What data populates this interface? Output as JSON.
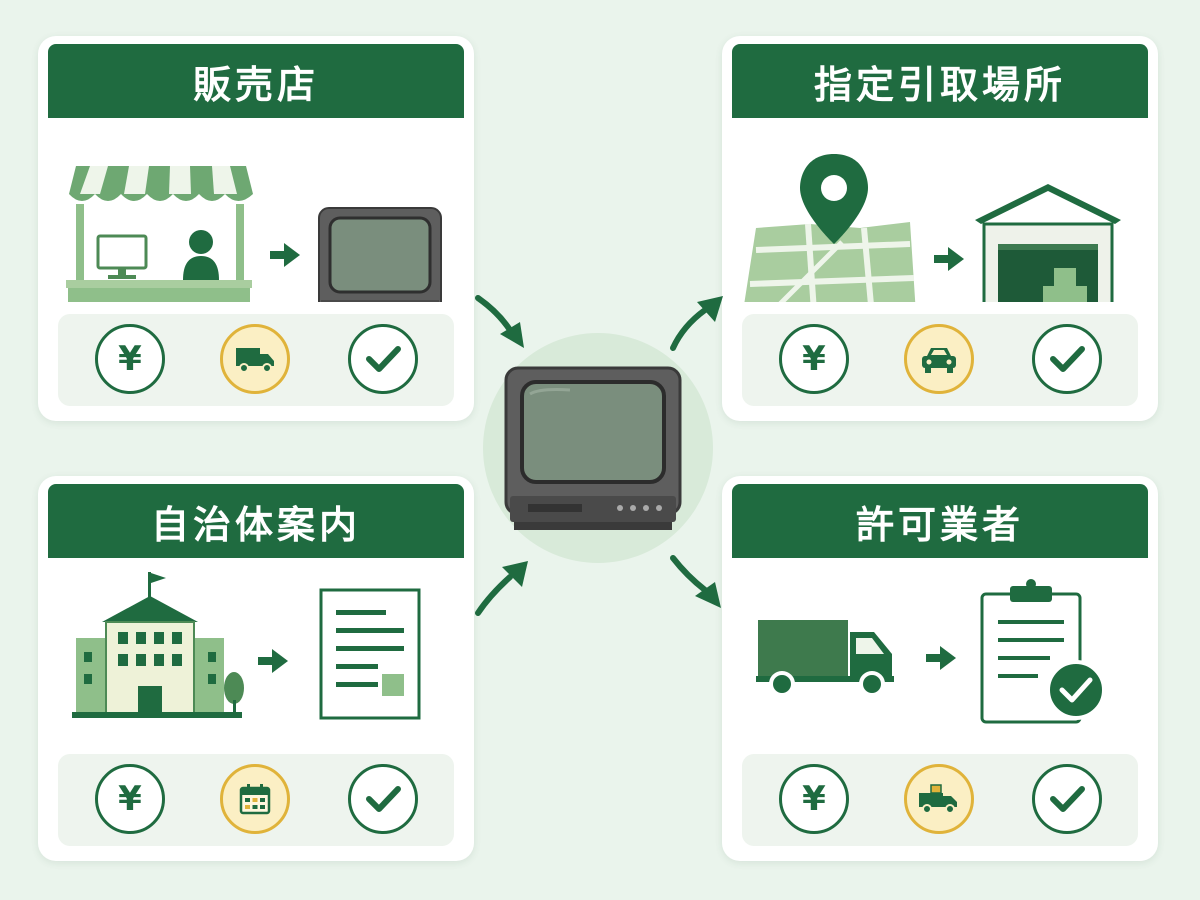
{
  "center": {
    "icon": "crt-tv-icon"
  },
  "cards": {
    "retailer": {
      "title": "販売店",
      "illustration": [
        "store-counter-icon",
        "arrow-right-icon",
        "crt-tv-icon"
      ],
      "badges": [
        "yen-icon",
        "delivery-truck-icon",
        "check-circle-icon"
      ]
    },
    "pickup": {
      "title": "指定引取場所",
      "illustration": [
        "map-pin-icon",
        "arrow-right-icon",
        "warehouse-icon"
      ],
      "badges": [
        "yen-icon",
        "car-icon",
        "check-circle-icon"
      ]
    },
    "municipality": {
      "title": "自治体案内",
      "illustration": [
        "city-hall-icon",
        "arrow-right-icon",
        "document-icon"
      ],
      "badges": [
        "yen-icon",
        "calendar-icon",
        "check-circle-icon"
      ]
    },
    "licensed": {
      "title": "許可業者",
      "illustration": [
        "truck-icon",
        "arrow-right-icon",
        "clipboard-check-icon"
      ],
      "badges": [
        "yen-icon",
        "delivery-truck-icon",
        "check-circle-icon"
      ]
    }
  },
  "symbols": {
    "yen": "¥"
  },
  "colors": {
    "primary": "#1f6b40",
    "accent_yellow": "#e0b33a",
    "light_green": "#a9cd9f",
    "background": "#eaf4ec"
  }
}
